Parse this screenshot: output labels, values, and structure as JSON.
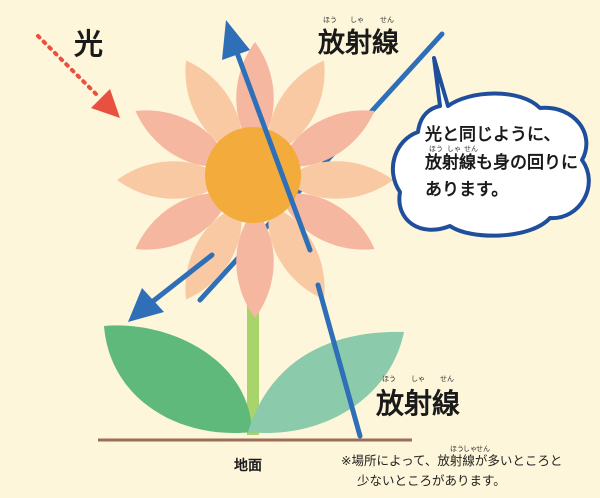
{
  "labels": {
    "light": "光",
    "radiation_top": "放射線",
    "radiation_top_ruby": [
      "ほう",
      "しゃ",
      "せん"
    ],
    "radiation_bottom": "放射線",
    "radiation_bottom_ruby": [
      "ほう",
      "しゃ",
      "せん"
    ],
    "ground": "地面"
  },
  "bubble": {
    "line1": "光と同じように、",
    "line2": "放射線も身の回りに",
    "line2_ruby": [
      "ほう",
      "しゃ",
      "せん"
    ],
    "line3": "あります。"
  },
  "note": {
    "line1": "※場所によって、放射線が多いところと",
    "line1_ruby": [
      "ほう",
      "しゃ",
      "せん"
    ],
    "line2": "少ないところがあります。"
  },
  "colors": {
    "background": "#fdf6da",
    "ray": "#2f6fb8",
    "light_arrow": "#e8513f",
    "petal_a": "#f6b7a1",
    "petal_b": "#f8c9a3",
    "center": "#f3ab3b",
    "stem": "#a8d46b",
    "leaf_left": "#5fb97a",
    "leaf_right": "#8bcaaa",
    "ground": "#9a6e58",
    "bubble_border": "#1f4f9c"
  }
}
